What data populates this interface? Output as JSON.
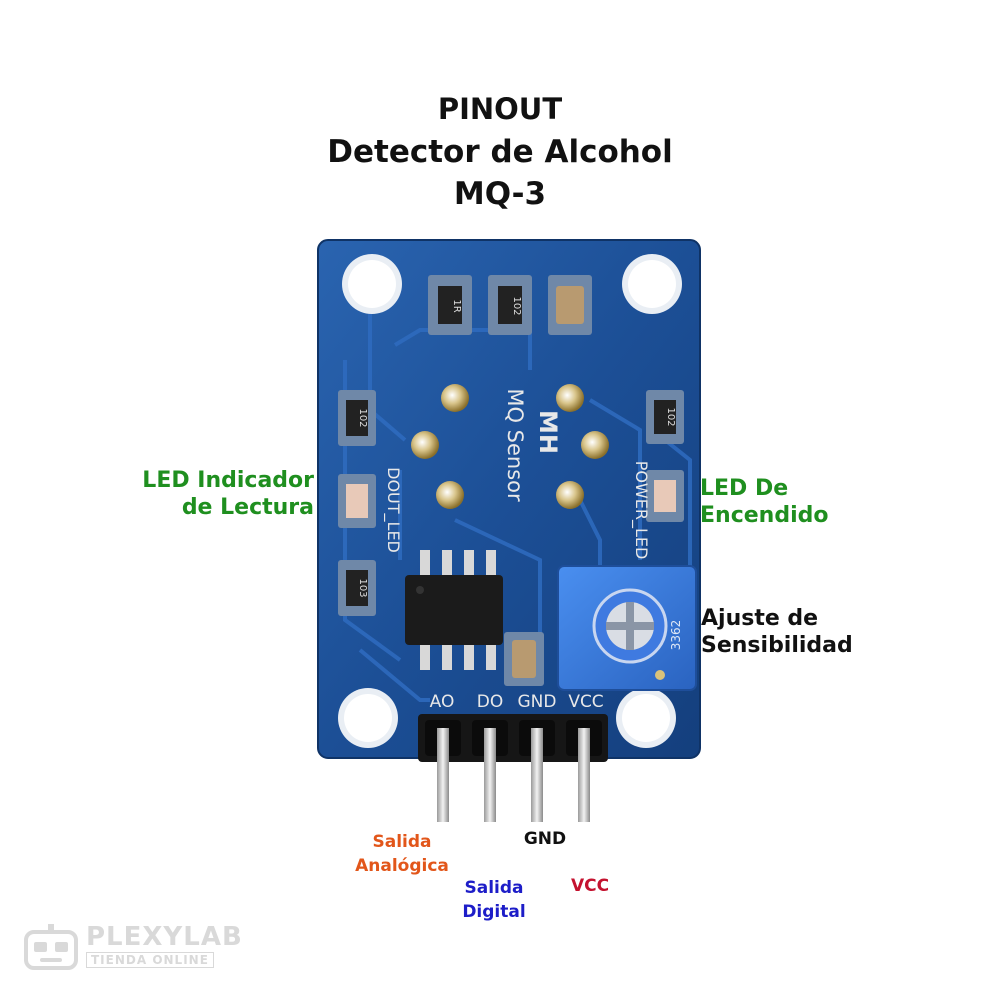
{
  "title": {
    "line1": "PINOUT",
    "line2": "Detector de Alcohol",
    "line3": "MQ-3"
  },
  "callouts": {
    "led_read_line1": "LED Indicador",
    "led_read_line2": "de Lectura",
    "led_power_line1": "LED De",
    "led_power_line2": "Encendido",
    "sensitivity_line1": "Ajuste de",
    "sensitivity_line2": "Sensibilidad"
  },
  "pins": {
    "ao_line1": "Salida",
    "ao_line2": "Analógica",
    "do_line1": "Salida",
    "do_line2": "Digital",
    "gnd": "GND",
    "vcc": "VCC"
  },
  "board": {
    "silk_mh": "MH",
    "silk_mq": "MQ Sensor",
    "silk_dout": "DOUT_LED",
    "silk_power": "POWER_LED",
    "silk_ao": "AO",
    "silk_do": "DO",
    "silk_gnd": "GND",
    "silk_vcc": "VCC",
    "pot_text": "3362",
    "r_top1": "1R",
    "r_top2": "102",
    "r_left1": "102",
    "r_left2": "103",
    "r_right": "102"
  },
  "logo": {
    "name": "PLEXYLAB",
    "tagline": "TIENDA ONLINE",
    "icon": "robot-face-icon"
  },
  "colors": {
    "pcb": "#1c4f96",
    "green_label": "#1f8f1f",
    "orange_label": "#e2561a",
    "blue_label": "#1d1dc8",
    "red_label": "#c4122f"
  }
}
